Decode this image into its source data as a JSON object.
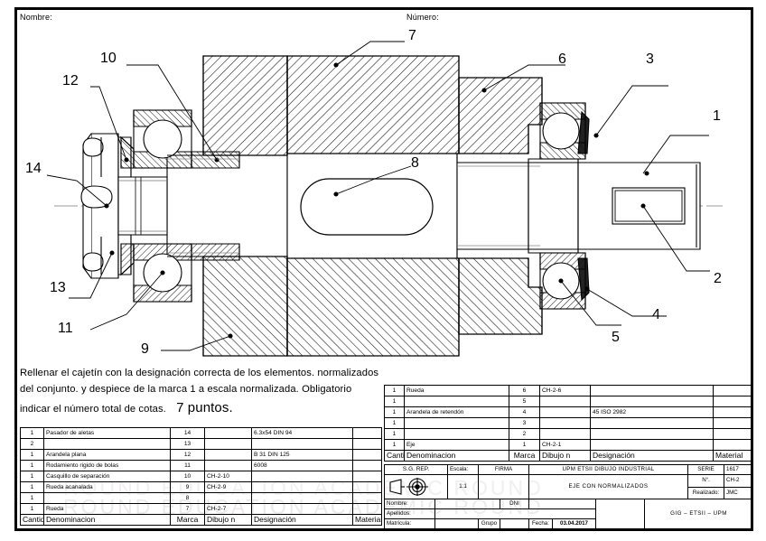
{
  "sheet": {
    "header_left": "Nombre:",
    "header_center": "Número:"
  },
  "note": {
    "line1": "Rellenar el cajetín con la designación correcta de los elementos. normalizados",
    "line2": "del conjunto. y  despiece de la marca 1 a escala normalizada.  Obligatorio",
    "line3_a": "indicar el número total de cotas.",
    "line3_b": "7 puntos."
  },
  "balloons": [
    {
      "id": "b1",
      "label": "1"
    },
    {
      "id": "b2",
      "label": "2"
    },
    {
      "id": "b3",
      "label": "3"
    },
    {
      "id": "b4",
      "label": "4"
    },
    {
      "id": "b5",
      "label": "5"
    },
    {
      "id": "b6",
      "label": "6"
    },
    {
      "id": "b7",
      "label": "7"
    },
    {
      "id": "b8",
      "label": "8"
    },
    {
      "id": "b9",
      "label": "9"
    },
    {
      "id": "b10",
      "label": "10"
    },
    {
      "id": "b11",
      "label": "11"
    },
    {
      "id": "b12",
      "label": "12"
    },
    {
      "id": "b13",
      "label": "13"
    },
    {
      "id": "b14",
      "label": "14"
    }
  ],
  "bom": {
    "columns": {
      "cantidad": "Cantid.",
      "denominacion": "Denominacion",
      "marca": "Marca",
      "dibujo": "Dibujo n",
      "designacion": "Designación",
      "material": "Material"
    },
    "left_rows": [
      {
        "cant": "1",
        "denom": "Pasador de aletas",
        "marca": "14",
        "dibujo": "",
        "desig": "6.3x54 DIN 94",
        "mat": ""
      },
      {
        "cant": "2",
        "denom": "",
        "marca": "13",
        "dibujo": "",
        "desig": "",
        "mat": ""
      },
      {
        "cant": "1",
        "denom": "Arandela plana",
        "marca": "12",
        "dibujo": "",
        "desig": "B 31 DIN 125",
        "mat": ""
      },
      {
        "cant": "1",
        "denom": "Rodamiento rigido de bolas",
        "marca": "11",
        "dibujo": "",
        "desig": "6008",
        "mat": ""
      },
      {
        "cant": "1",
        "denom": "Casquillo de separación",
        "marca": "10",
        "dibujo": "CH-2-10",
        "desig": "",
        "mat": ""
      },
      {
        "cant": "1",
        "denom": "Rueda acanalada",
        "marca": "9",
        "dibujo": "CH-2-9",
        "desig": "",
        "mat": ""
      },
      {
        "cant": "1",
        "denom": "",
        "marca": "8",
        "dibujo": "",
        "desig": "",
        "mat": ""
      },
      {
        "cant": "1",
        "denom": "Rueda",
        "marca": "7",
        "dibujo": "CH-2-7",
        "desig": "",
        "mat": ""
      }
    ],
    "right_rows": [
      {
        "cant": "1",
        "denom": "Rueda",
        "marca": "6",
        "dibujo": "CH-2-6",
        "desig": "",
        "mat": ""
      },
      {
        "cant": "1",
        "denom": "",
        "marca": "5",
        "dibujo": "",
        "desig": "",
        "mat": ""
      },
      {
        "cant": "1",
        "denom": "Arandela de retendón",
        "marca": "4",
        "dibujo": "",
        "desig": "45 ISO 2982",
        "mat": ""
      },
      {
        "cant": "1",
        "denom": "",
        "marca": "3",
        "dibujo": "",
        "desig": "",
        "mat": ""
      },
      {
        "cant": "1",
        "denom": "",
        "marca": "2",
        "dibujo": "",
        "desig": "",
        "mat": ""
      },
      {
        "cant": "1",
        "denom": "Eje",
        "marca": "1",
        "dibujo": "CH-2-1",
        "desig": "",
        "mat": ""
      }
    ]
  },
  "titleblock": {
    "sg_rep": "S.G. REP.",
    "escala_label": "Escala:",
    "escala_value": "1:1",
    "firma_label": "FIRMA",
    "org_line": "UPM ETSII  DIBUJO INDUSTRIAL",
    "drawing_title": "EJE CON NORMALIZADOS",
    "serie_label": "SERIE",
    "serie_value": "1617",
    "num_label": "N°.",
    "num_value": "CH-2",
    "realizado_label": "Realizado:",
    "realizado_value": "JMC",
    "nombre_label": "Nombre:",
    "nombre_value": "",
    "dni_label": "DNI",
    "dni_value": "",
    "apellidos_label": "Apellidos:",
    "apellidos_value": "",
    "matricula_label": "Matrícula:",
    "matricula_value": "",
    "grupo_label": "Grupo",
    "grupo_value": "",
    "fecha_label": "Fecha:",
    "fecha_value": "03.04.2017",
    "school_line": "GIG – ETSII – UPM"
  },
  "watermark": {
    "line1": "ROUND EDUCATION ACADEMIC ROUND",
    "line2": "ROUND EDUCATION ACADEMIC ROUND"
  },
  "colors": {
    "ink": "#000000",
    "hatch": "#1a1a1a",
    "center": "#9a9a9a",
    "watermark": "#efeded"
  }
}
